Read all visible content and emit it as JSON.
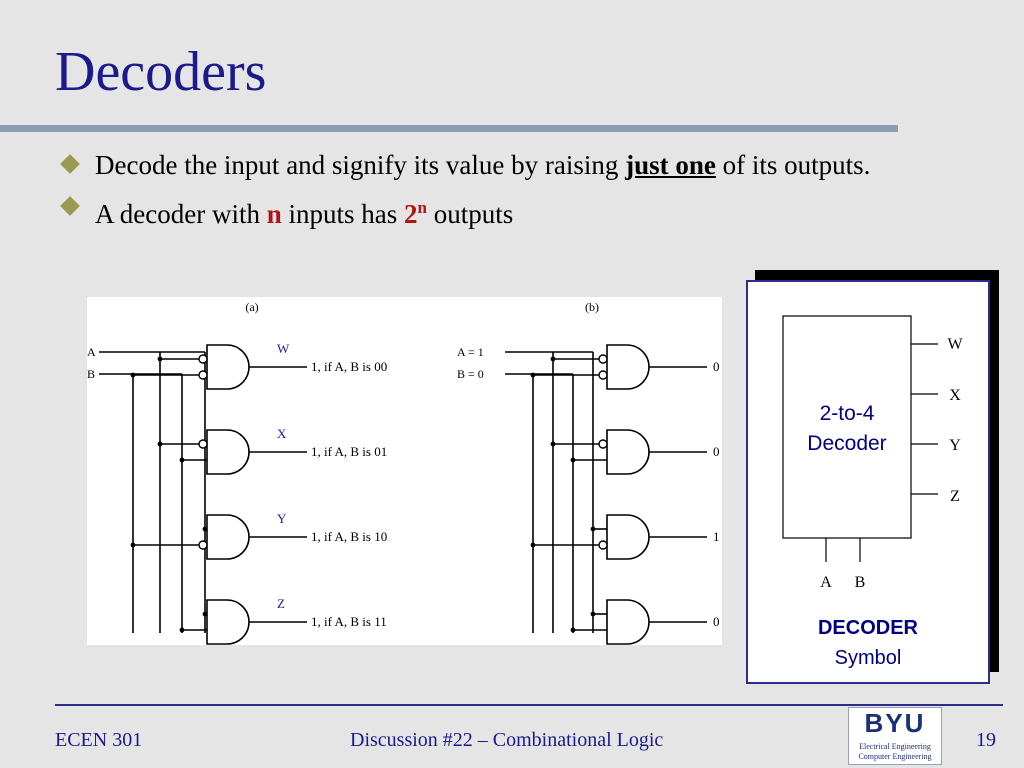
{
  "slide": {
    "title": "Decoders",
    "bullets": [
      {
        "pre": "Decode the input and signify its value by raising ",
        "emph": "just one",
        "post": " of its outputs."
      },
      {
        "pre": "A decoder with ",
        "n": "n",
        "mid": " inputs has ",
        "base": "2",
        "exp": "n",
        "post": " outputs"
      }
    ]
  },
  "circuit": {
    "part_a": {
      "label": "(a)",
      "inputs": [
        "A",
        "B"
      ],
      "outputs": [
        {
          "name": "W",
          "text": "1, if A, B is 00"
        },
        {
          "name": "X",
          "text": "1, if A, B is 01"
        },
        {
          "name": "Y",
          "text": "1, if A, B is 10"
        },
        {
          "name": "Z",
          "text": "1, if A, B is 11"
        }
      ]
    },
    "part_b": {
      "label": "(b)",
      "inputs": [
        "A = 1",
        "B = 0"
      ],
      "outputs": [
        "0",
        "0",
        "1",
        "0"
      ]
    }
  },
  "decoder_symbol": {
    "box_lines": [
      "2-to-4",
      "Decoder"
    ],
    "outputs": [
      "W",
      "X",
      "Y",
      "Z"
    ],
    "inputs": [
      "A",
      "B"
    ],
    "caption_bold": "DECODER",
    "caption": "Symbol"
  },
  "footer": {
    "left": "ECEN 301",
    "center": "Discussion #22 – Combinational Logic",
    "page": "19"
  },
  "logo": {
    "word": "BYU",
    "line1": "Electrical Engineering",
    "line2": "Computer Engineering"
  }
}
